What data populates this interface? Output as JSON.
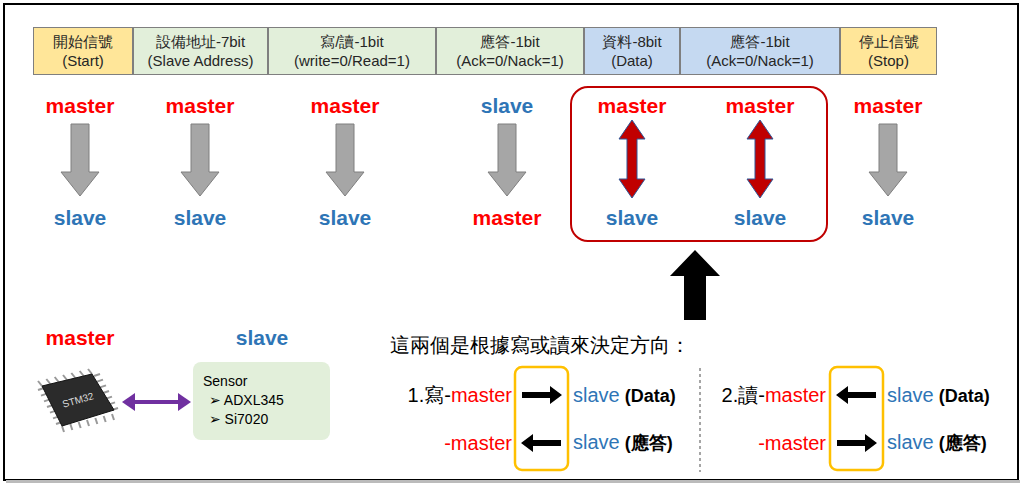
{
  "diagram": {
    "nodes": [
      {
        "text": [
          "開始信號",
          "(Start)"
        ]
      },
      {
        "text": [
          "設備地址-7bit",
          "(Slave Address)"
        ]
      },
      {
        "text": [
          "寫/讀-1bit",
          "(write=0/Read=1)"
        ]
      },
      {
        "text": [
          "應答-1bit",
          "(Ack=0/Nack=1)"
        ]
      },
      {
        "text": [
          "資料-8bit",
          "(Data)"
        ]
      },
      {
        "text": [
          "應答-1bit",
          "(Ack=0/Nack=1)"
        ]
      },
      {
        "text": [
          "停止信號",
          "(Stop)"
        ]
      },
      {
        "text": [
          "master",
          "master",
          "slave",
          "slave"
        ]
      },
      {
        "text": [
          "STM32"
        ]
      },
      {
        "text": [
          "Sensor",
          "➢ ADXL345",
          "➢ Si7020"
        ]
      }
    ],
    "edges": [
      {
        "from": 8,
        "to": 9,
        "arrow": "both"
      }
    ],
    "labels": [
      "master",
      "slave",
      "master",
      "slave",
      "master",
      "slave",
      "slave",
      "master",
      "master",
      "slave",
      "這兩個是根據寫或讀來決定方向：",
      "master",
      "slave",
      "1.寫-",
      "master",
      "slave",
      "(Data)",
      "-master",
      "slave",
      "(應答)",
      "2.讀-",
      "master",
      "slave",
      "(Data)",
      "-master",
      "slave",
      "(應答)"
    ]
  }
}
